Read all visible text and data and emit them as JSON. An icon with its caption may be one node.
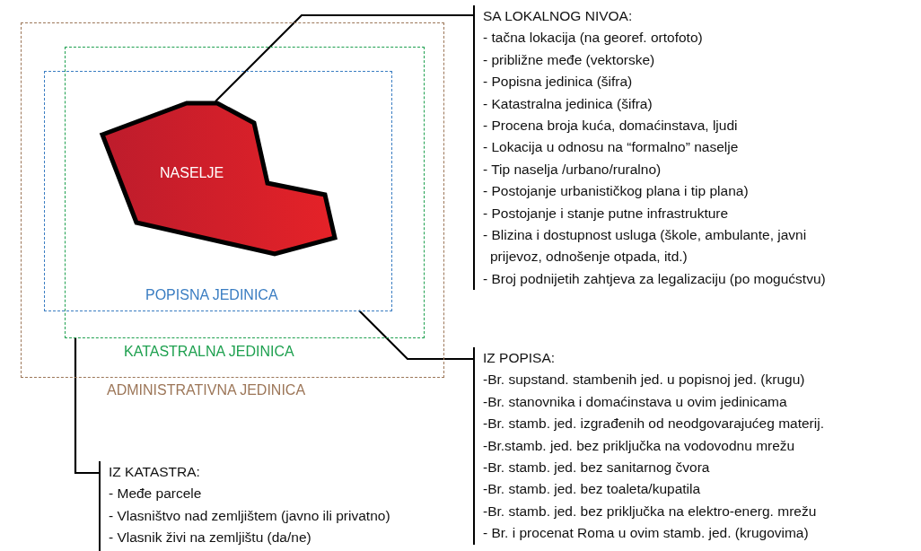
{
  "diagram": {
    "nodes": [
      {
        "text": [
          "ADMINISTRATIVNA JEDINICA"
        ]
      },
      {
        "text": [
          "KATASTRALNA JEDINICA"
        ],
        "in": 0
      },
      {
        "text": [
          "POPISNA JEDINICA"
        ],
        "in": 0
      },
      {
        "text": [
          "NASELJE"
        ],
        "in": 2
      },
      {
        "text": [
          "SA LOKALNOG NIVOA:",
          "- tačna lokacija (na georef. ortofoto)",
          "- približne međe (vektorske)",
          "- Popisna jedinica (šifra)",
          "- Katastralna jedinica (šifra)",
          "- Procena broja kuća, domaćinstava, ljudi",
          "- Lokacija u odnosu na “formalno” naselje",
          "- Tip naselja /urbano/ruralno)",
          "- Postojanje urbanističkog plana i tip plana)",
          "- Postojanje i stanje putne infrastrukture",
          "- Blizina i dostupnost usluga (škole, ambulante, javni prijevoz, odnošenje otpada, itd.)",
          "- Broj podnijetih zahtjeva za legalizaciju (po mogućstvu)"
        ]
      },
      {
        "text": [
          "IZ POPISA:",
          "-Br. supstand. stambenih jed. u popisnoj jed. (krugu)",
          "-Br. stanovnika i domaćinstava u ovim jedinicama",
          "-Br. stamb. jed. izgrađenih od neodgovarajućeg materij.",
          "-Br.stamb. jed. bez priključka na vodovodnu mrežu",
          "-Br. stamb. jed. bez sanitarnog čvora",
          "-Br. stamb. jed. bez toaleta/kupatila",
          "-Br. stamb. jed. bez priključka na elektro-energ. mrežu",
          "- Br. i procenat Roma u ovim stamb. jed. (krugovima)"
        ]
      },
      {
        "text": [
          "IZ KATASTRA:",
          "- Međe parcele",
          "- Vlasništvo nad zemljištem (javno ili privatno)",
          "- Vlasnik živi na zemljištu (da/ne)"
        ]
      }
    ],
    "edges": [
      {
        "from": 3,
        "to": 4,
        "arrow": "none"
      },
      {
        "from": 2,
        "to": 5,
        "arrow": "none"
      },
      {
        "from": 1,
        "to": 6,
        "arrow": "none"
      }
    ]
  }
}
